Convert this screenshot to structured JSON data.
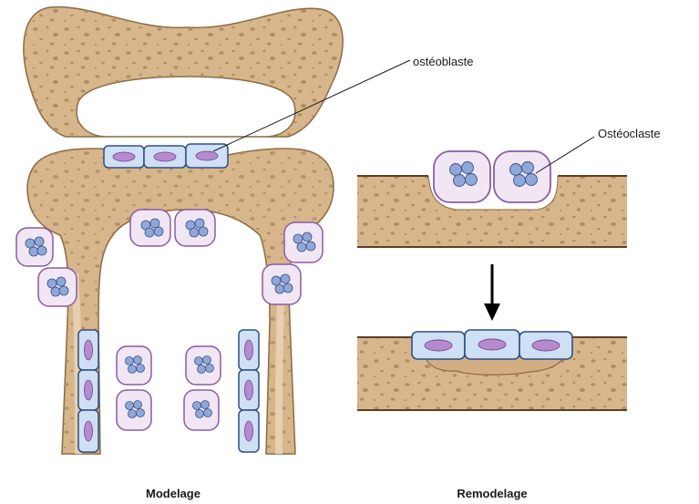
{
  "labels": {
    "osteoblast": "ostéoblaste",
    "osteoclast": "Ostéoclaste"
  },
  "captions": {
    "left": "Modelage",
    "right": "Remodelage"
  },
  "colors": {
    "bone_fill": "#d8b68c",
    "bone_stroke": "#8b6a44",
    "bone_pore": "#b08c62",
    "osteoblast_fill": "#cfe0f4",
    "osteoblast_stroke": "#2f4f86",
    "osteoblast_nucleus": "#b78ad0",
    "osteoclast_fill": "#f1e6f4",
    "osteoclast_stroke": "#8a5ca3",
    "osteoclast_nucleus": "#8fa8d8",
    "arrow": "#000000"
  }
}
